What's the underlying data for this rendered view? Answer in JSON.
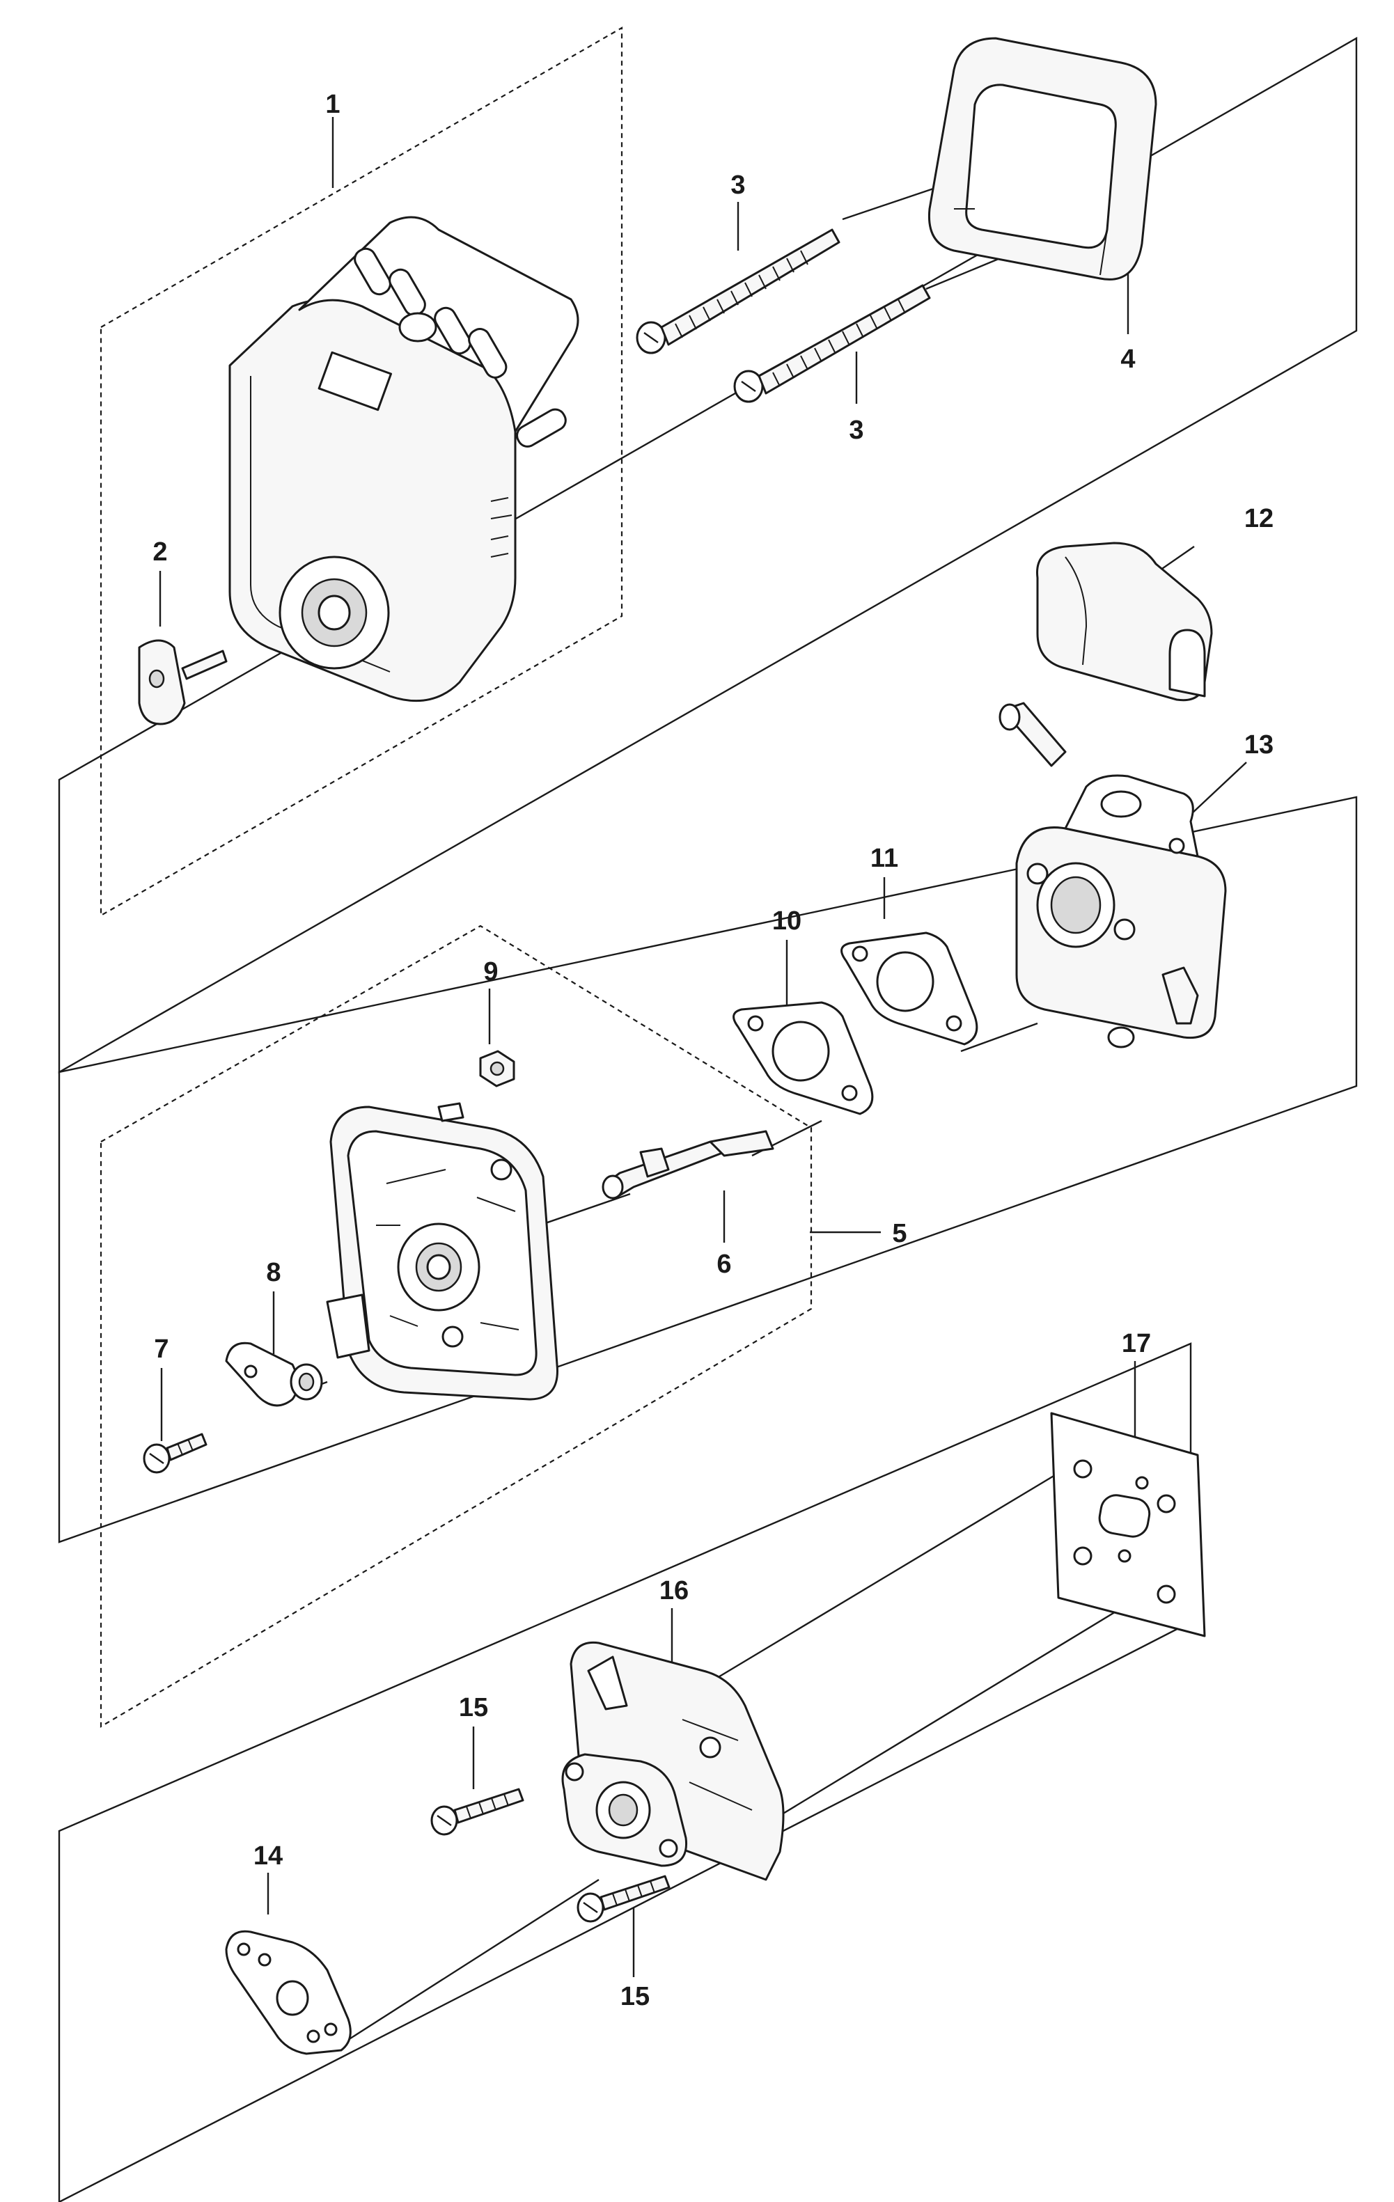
{
  "callouts": {
    "c1": "1",
    "c2": "2",
    "c3a": "3",
    "c3b": "3",
    "c4": "4",
    "c5": "5",
    "c6": "6",
    "c7": "7",
    "c8": "8",
    "c9": "9",
    "c10": "10",
    "c11": "11",
    "c12": "12",
    "c13": "13",
    "c14": "14",
    "c15a": "15",
    "c15b": "15",
    "c16": "16",
    "c17": "17"
  }
}
